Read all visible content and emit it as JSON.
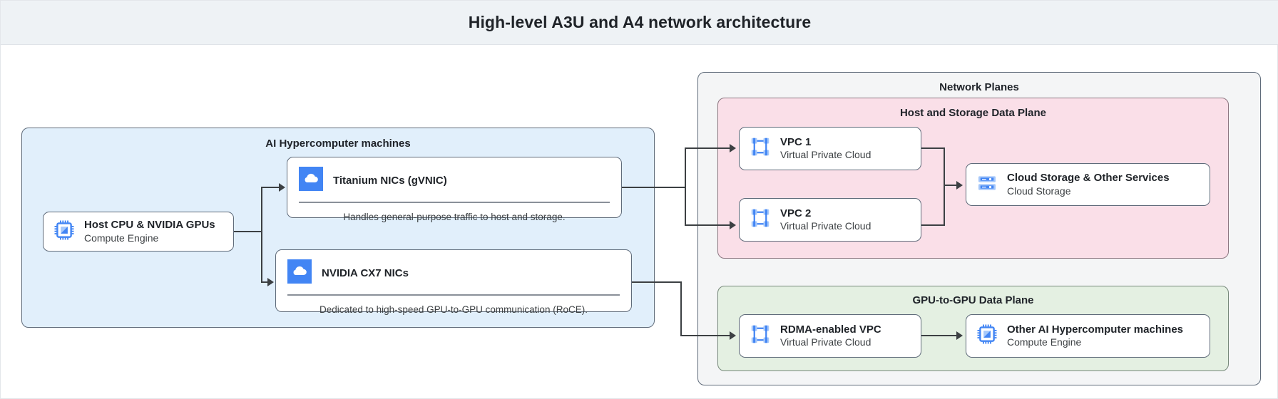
{
  "header": {
    "title": "High-level A3U and A4 network architecture"
  },
  "panels": {
    "ai_machines": {
      "title": "AI Hypercomputer machines"
    },
    "network_planes": {
      "title": "Network Planes"
    },
    "host_storage_plane": {
      "title": "Host and Storage Data Plane"
    },
    "gpu_plane": {
      "title": "GPU-to-GPU Data Plane"
    }
  },
  "nodes": {
    "host_cpu_gpu": {
      "title": "Host CPU & NVIDIA GPUs",
      "subtitle": "Compute Engine",
      "icon": "cpu-chip-icon"
    },
    "titanium_nics": {
      "title": "Titanium NICs (gVNIC)",
      "caption": "Handles general-purpose traffic to host and storage.",
      "icon": "cloud-icon"
    },
    "nvidia_cx7_nics": {
      "title": "NVIDIA CX7 NICs",
      "caption": "Dedicated to high-speed GPU-to-GPU communication (RoCE).",
      "icon": "cloud-icon"
    },
    "vpc1": {
      "title": "VPC 1",
      "subtitle": "Virtual Private Cloud",
      "icon": "vpc-icon"
    },
    "vpc2": {
      "title": "VPC 2",
      "subtitle": "Virtual Private Cloud",
      "icon": "vpc-icon"
    },
    "cloud_storage": {
      "title": "Cloud Storage & Other Services",
      "subtitle": "Cloud Storage",
      "icon": "cloud-storage-icon"
    },
    "rdma_vpc": {
      "title": "RDMA-enabled VPC",
      "subtitle": "Virtual Private Cloud",
      "icon": "vpc-icon"
    },
    "other_machines": {
      "title": "Other AI Hypercomputer machines",
      "subtitle": "Compute Engine",
      "icon": "cpu-chip-icon"
    }
  },
  "colors": {
    "header_background": "#eef2f5",
    "ai_machines_fill": "#e1effb",
    "network_planes_fill": "#f4f5f6",
    "host_storage_fill": "#fadfe8",
    "gpu_plane_fill": "#e4f0e2",
    "border": "#5f6b7a",
    "connector": "#3c4043",
    "icon_blue": "#4285f4",
    "icon_blue_light": "#a6c8fa"
  }
}
